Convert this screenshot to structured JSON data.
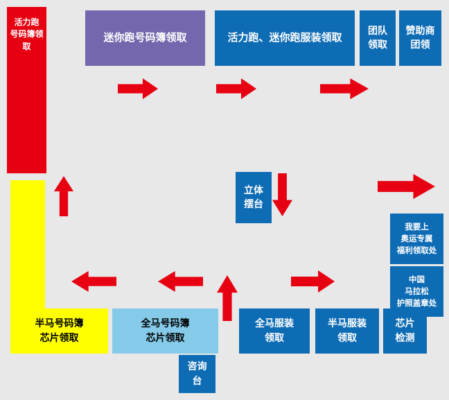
{
  "colors": {
    "background": "#e8e8e8",
    "arrow_red": "#e60012",
    "block_red": "#e60012",
    "block_purple": "#7567ae",
    "block_blue": "#0e6cb5",
    "block_yellow": "#ffff00",
    "block_light_blue": "#85cbe9",
    "text_on_dark": "#ffffff",
    "text_on_light": "#000000"
  },
  "stations": {
    "vitality_run_bib": {
      "lines": [
        "活力跑",
        "号码簿领取"
      ]
    },
    "mini_run_bib": {
      "lines": [
        "迷你跑号码簿领取"
      ]
    },
    "vitality_mini_apparel": {
      "lines": [
        "活力跑、迷你跑服装领取"
      ]
    },
    "team_pickup": {
      "lines": [
        "团队",
        "领取"
      ]
    },
    "sponsor_group_pickup": {
      "lines": [
        "赞助商",
        "团领"
      ]
    },
    "display_stand": {
      "lines": [
        "立体",
        "摆台"
      ]
    },
    "olympic_benefit": {
      "lines": [
        "我要上",
        "奥运专属",
        "福利领取处"
      ]
    },
    "passport_stamp": {
      "lines": [
        "中国",
        "马拉松",
        "护照盖章处"
      ]
    },
    "half_marathon_bib_chip": {
      "lines": [
        "半马号码簿",
        "芯片领取"
      ]
    },
    "full_marathon_bib_chip": {
      "lines": [
        "全马号码簿",
        "芯片领取"
      ]
    },
    "full_marathon_apparel": {
      "lines": [
        "全马服装",
        "领取"
      ]
    },
    "half_marathon_apparel": {
      "lines": [
        "半马服装",
        "领取"
      ]
    },
    "chip_check": {
      "lines": [
        "芯片",
        "检测"
      ]
    },
    "info_desk": {
      "lines": [
        "咨询",
        "台"
      ]
    }
  },
  "icons": {
    "flow_arrow": "solid red directional flow arrow"
  }
}
